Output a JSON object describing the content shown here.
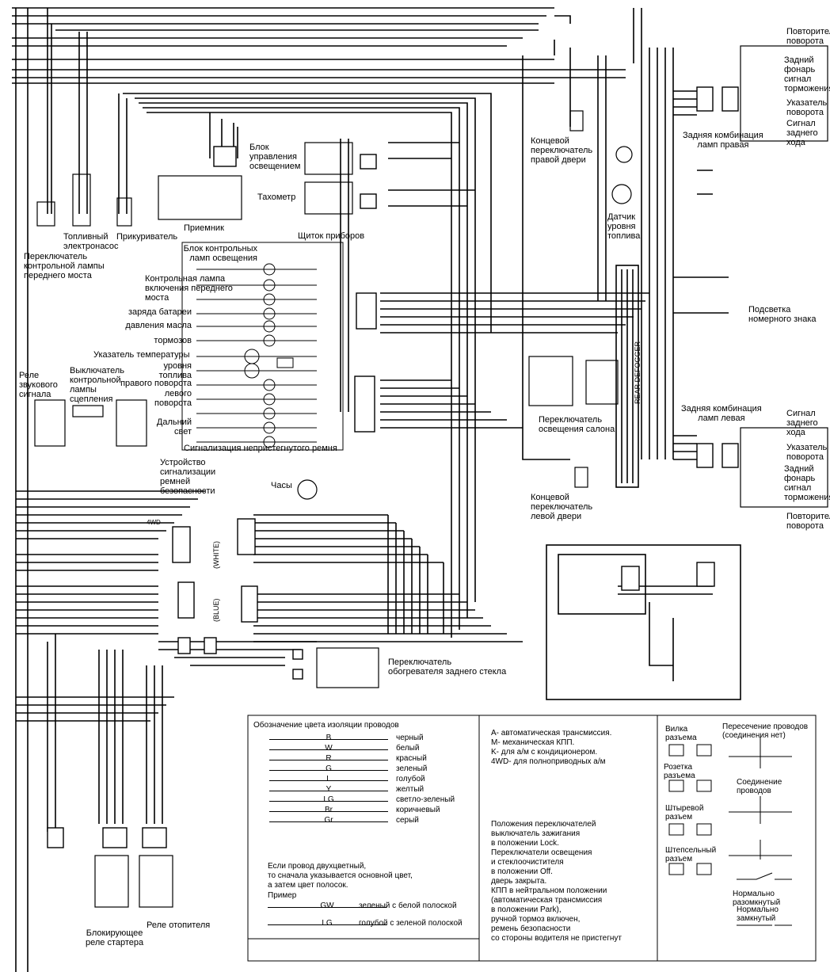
{
  "components": {
    "turn_repeater_top": "Повторитель\nповорота",
    "rear_lamp_labels_right": "Задний\nфонарь\nсигнал\nторможения",
    "turn_indicator_right": "Указатель\nповорота",
    "reverse_signal_right": "Сигнал\nзаднего\nхода",
    "rear_combo_right": "Задняя комбинация\nламп правая",
    "lighting_control_unit": "Блок\nуправления\nосвещением",
    "tachometer": "Тахометр",
    "right_door_switch": "Концевой\nпереключатель\nправой двери",
    "fuel_level_sensor": "Датчик\nуровня\nтоплива",
    "license_plate_light": "Подсветка\nномерного знака",
    "front_axle_switch": "Переключатель\nконтрольной лампы\nпереднего моста",
    "fuel_pump": "Топливный\nэлектронасос",
    "cigarette_lighter": "Прикуриватель",
    "receiver": "Приемник",
    "instrument_panel": "Щиток приборов",
    "warning_lamp_block": "Блок контрольных\nламп освещения",
    "front_axle_lamp": "Контрольная лампа\nвключения переднего\nмоста",
    "battery_charge": "заряда батареи",
    "oil_pressure": "давления масла",
    "brakes": "тормозов",
    "temp_indicator": "Указатель температуры",
    "fuel_level": "уровня\nтоплива",
    "right_turn": "правого поворота",
    "left_turn": "левого\nповорота",
    "high_beam": "Дальний\nсвет",
    "seatbelt_warning": "Сигнализация непристегнутого ремня",
    "horn_relay": "Реле\nзвукового\nсигнала",
    "clutch_lamp_switch": "Выключатель\nконтрольной\nлампы\nсцепления",
    "seatbelt_device": "Устройство\nсигнализации\nремней\nбезопасности",
    "interior_light_switch": "Переключатель\nосвещения салона",
    "rear_combo_left": "Задняя комбинация\nламп левая",
    "reverse_signal_left": "Сигнал\nзаднего\nхода",
    "turn_indicator_left": "Указатель\nповорота",
    "rear_lamp_labels_left": "Задний\nфонарь\nсигнал\nторможения",
    "turn_repeater_bottom": "Повторитель\nповорота",
    "clock": "Часы",
    "left_door_switch": "Концевой\nпереключатель\nлевой двери",
    "rear_defogger_switch": "Переключатель\nобогревателя заднего стекла",
    "rear_defogger_label": "REAR DEFOGGER",
    "white_connector": "(WHITE)",
    "blue_connector": "(BLUE)",
    "starter_lock_relay": "Блокирующее\nреле стартера",
    "heater_relay": "Реле отопителя",
    "4wd_tag": "4WD"
  },
  "legend": {
    "title": "Обозначение цвета изоляции проводов",
    "colors": [
      {
        "code": "B",
        "name": "черный"
      },
      {
        "code": "W",
        "name": "белый"
      },
      {
        "code": "R",
        "name": "красный"
      },
      {
        "code": "G",
        "name": "зеленый"
      },
      {
        "code": "L",
        "name": "голубой"
      },
      {
        "code": "Y",
        "name": "желтый"
      },
      {
        "code": "LG",
        "name": "светло-зеленый"
      },
      {
        "code": "Br",
        "name": "коричневый"
      },
      {
        "code": "Gr",
        "name": "серый"
      }
    ],
    "two_color_note": "Если провод двухцветный,\nто сначала указывается основной цвет,\nа затем цвет полосок.",
    "example_label": "Пример",
    "example_1_code": "GW",
    "example_1_name": "зеленый с белой полоской",
    "example_2_code": "LG",
    "example_2_name": "голубой с зеленой полоской"
  },
  "abbreviations": {
    "lines": "A- автоматическая трансмиссия.\nM- механическая КПП.\nK- для а/м с кондиционером.\n4WD- для полноприводных а/м"
  },
  "switch_positions": {
    "text": "Положения переключателей\nвыключатель зажигания\nв положении Lock.\nПереключатели освещения\nи стеклоочистителя\nв положении Off.\nдверь закрыта.\nКПП в нейтральном положении\n(автоматическая трансмиссия\nв положении Park),\nручной тормоз включен,\nремень безопасности\nсо стороны водителя не пристегнут"
  },
  "symbols": {
    "plug": "Вилка\nразъема",
    "socket": "Розетка\nразъема",
    "pin_connector": "Штыревой\nразъем",
    "blade_connector": "Штепсельный\nразъем",
    "crossing": "Пересечение проводов\n(соединения нет)",
    "connection": "Соединение\nпроводов",
    "normally_open": "Нормально\nразомкнутый",
    "normally_closed": "Нормально\nзамкнутый"
  }
}
